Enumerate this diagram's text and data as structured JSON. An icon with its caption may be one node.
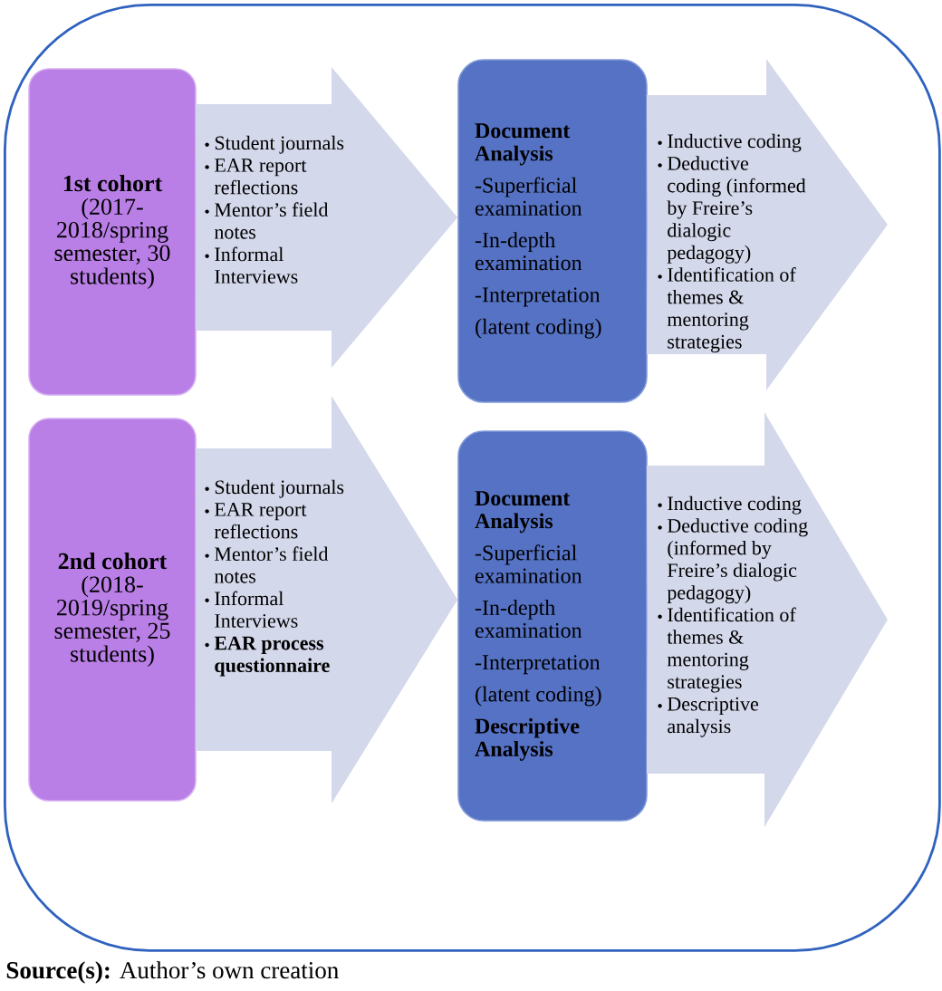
{
  "diagram": {
    "nodes": [
      {
        "text": [],
        "shape": "box"
      },
      {
        "text": [
          "1st cohort",
          "(2017-2018/spring semester, 30 students)"
        ],
        "in": 0
      },
      {
        "text": [
          "Student journals",
          "EAR report reflections",
          "Mentor’s field notes",
          "Informal Interviews"
        ],
        "in": 0
      },
      {
        "text": [
          "Document Analysis",
          "-Superficial examination",
          "-In-depth examination",
          "-Interpretation",
          "(latent coding)"
        ],
        "in": 0
      },
      {
        "text": [
          "Inductive coding",
          "Deductive coding (informed by Freire’s dialogic pedagogy)",
          "Identification of themes & mentoring strategies"
        ],
        "in": 0
      },
      {
        "text": [
          "2nd cohort",
          "(2018-2019/spring semester, 25 students)"
        ],
        "in": 0
      },
      {
        "text": [
          "Student journals",
          "EAR report reflections",
          "Mentor’s field notes",
          "Informal Interviews",
          "EAR process questionnaire"
        ],
        "in": 0
      },
      {
        "text": [
          "Document Analysis",
          "-Superficial examination",
          "-In-depth examination",
          "-Interpretation",
          "(latent coding)",
          "Descriptive Analysis"
        ],
        "in": 0
      },
      {
        "text": [
          "Inductive coding",
          "Deductive coding (informed by Freire’s dialogic pedagogy)",
          "Identification of themes & mentoring strategies",
          "Descriptive analysis"
        ],
        "in": 0
      }
    ],
    "edges": [
      {
        "from": 1,
        "to": 3,
        "arrow": "to"
      },
      {
        "from": 3,
        "to": null,
        "arrow": "to"
      },
      {
        "from": 5,
        "to": 7,
        "arrow": "to"
      },
      {
        "from": 7,
        "to": null,
        "arrow": "to"
      }
    ],
    "caption": "**Source(s):** Author’s own creation"
  }
}
